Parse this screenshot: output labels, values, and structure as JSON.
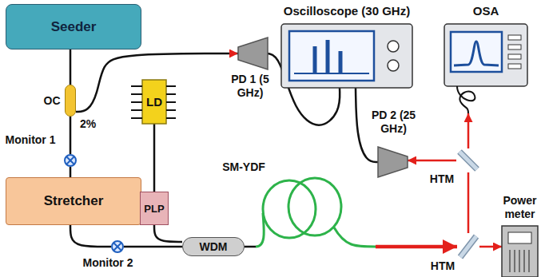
{
  "diagram": {
    "nodes": [
      {
        "text": [
          "Seeder"
        ]
      },
      {
        "text": [
          "Oscilloscope (30 GHz)"
        ]
      },
      {
        "text": [
          "OSA"
        ]
      },
      {
        "text": [
          "OC"
        ]
      },
      {
        "text": [
          "PD 1 (5 GHz)"
        ]
      },
      {
        "text": [
          "LD"
        ]
      },
      {
        "text": [
          "Monitor 1"
        ]
      },
      {
        "text": [
          "PD 2 (25 GHz)"
        ]
      },
      {
        "text": [
          "HTM"
        ]
      },
      {
        "text": [
          "Stretcher"
        ]
      },
      {
        "text": [
          "PLP"
        ]
      },
      {
        "text": [
          "SM-YDF"
        ]
      },
      {
        "text": [
          "Power meter"
        ]
      },
      {
        "text": [
          "Monitor 2"
        ]
      },
      {
        "text": [
          "WDM"
        ]
      },
      {
        "text": [
          "HTM"
        ]
      }
    ],
    "edges": [
      {
        "from": 0,
        "to": 3,
        "arrow": "none"
      },
      {
        "from": 3,
        "to": 4,
        "arrow": "to"
      },
      {
        "from": 3,
        "to": 6,
        "arrow": "none"
      },
      {
        "from": 6,
        "to": 9,
        "arrow": "none"
      },
      {
        "from": 9,
        "to": 13,
        "arrow": "none"
      },
      {
        "from": 13,
        "to": 14,
        "arrow": "none"
      },
      {
        "from": 5,
        "to": 10,
        "arrow": "none"
      },
      {
        "from": 10,
        "to": 14,
        "arrow": "none"
      },
      {
        "from": 14,
        "to": 11,
        "arrow": "none"
      },
      {
        "from": 11,
        "to": 15,
        "arrow": "to"
      },
      {
        "from": 15,
        "to": 12,
        "arrow": "to"
      },
      {
        "from": 15,
        "to": 8,
        "arrow": "none"
      },
      {
        "from": 8,
        "to": 2,
        "arrow": "to"
      },
      {
        "from": 8,
        "to": 7,
        "arrow": "to"
      },
      {
        "from": 4,
        "to": 1,
        "arrow": "none"
      },
      {
        "from": 7,
        "to": 1,
        "arrow": "none"
      }
    ],
    "labels": [
      "2%"
    ]
  }
}
